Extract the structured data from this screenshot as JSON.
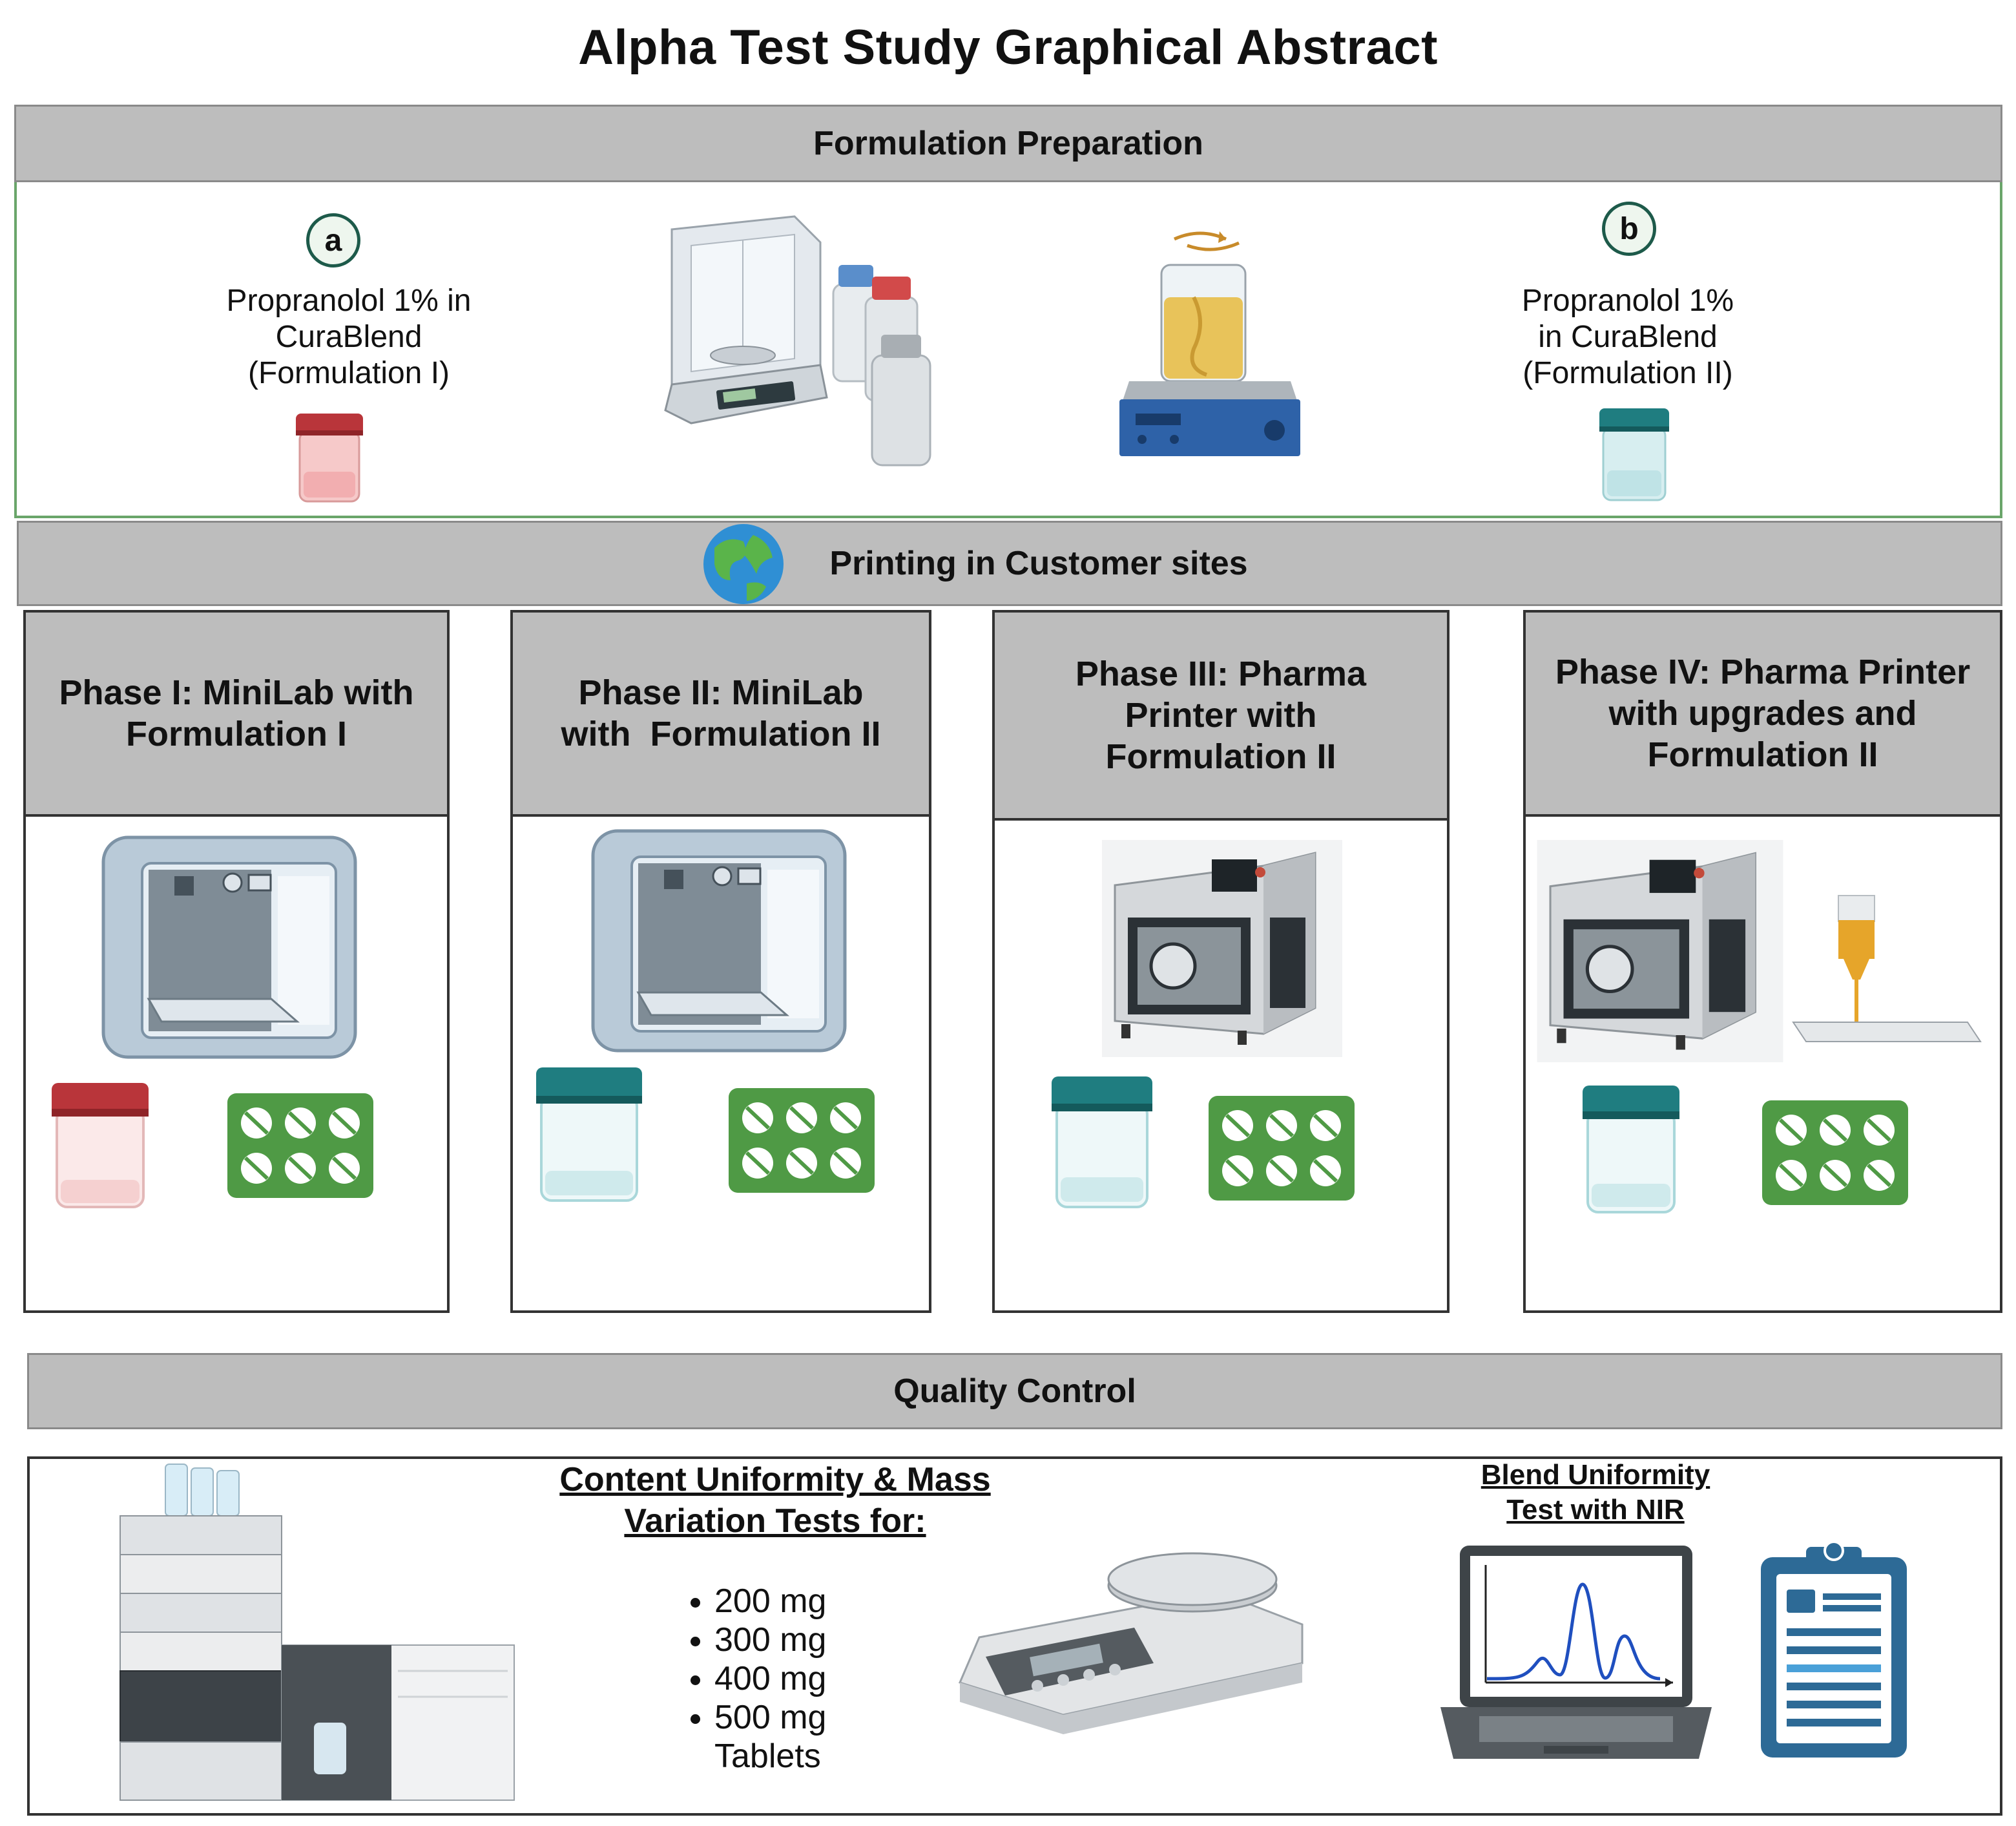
{
  "title": "Alpha Test Study Graphical Abstract",
  "formulation": {
    "header": "Formulation Preparation",
    "left": {
      "badge": "a",
      "caption_lines": [
        "Propranolol 1% in",
        "CuraBlend",
        "(Formulation I)"
      ]
    },
    "right": {
      "badge": "b",
      "caption_lines": [
        "Propranolol 1%",
        "in CuraBlend",
        "(Formulation II)"
      ]
    }
  },
  "printing": {
    "header": "Printing in Customer sites",
    "phases": [
      {
        "lines": [
          "Phase I: MiniLab with",
          "Formulation I"
        ]
      },
      {
        "lines": [
          "Phase II: MiniLab",
          "with  Formulation II"
        ]
      },
      {
        "lines": [
          "Phase III: Pharma",
          "Printer with",
          "Formulation II"
        ]
      },
      {
        "lines": [
          "Phase IV: Pharma Printer",
          "with upgrades and",
          "Formulation II"
        ]
      }
    ]
  },
  "quality": {
    "header": "Quality Control",
    "content_title_lines": [
      "Content Uniformity & Mass",
      "Variation Tests for:"
    ],
    "doses": [
      "200 mg",
      "300 mg",
      "400 mg",
      "500 mg"
    ],
    "tablets_label": "Tablets",
    "nir_title_lines": [
      "Blend Uniformity",
      "Test with NIR"
    ]
  },
  "colors": {
    "header_gray": "#bdbdbd",
    "jar_red": "#b9353a",
    "jar_teal": "#1f7d80",
    "blister_green": "#4f9a45",
    "badge_border": "#1d5a4a",
    "clipboard_blue": "#2d6a96"
  }
}
